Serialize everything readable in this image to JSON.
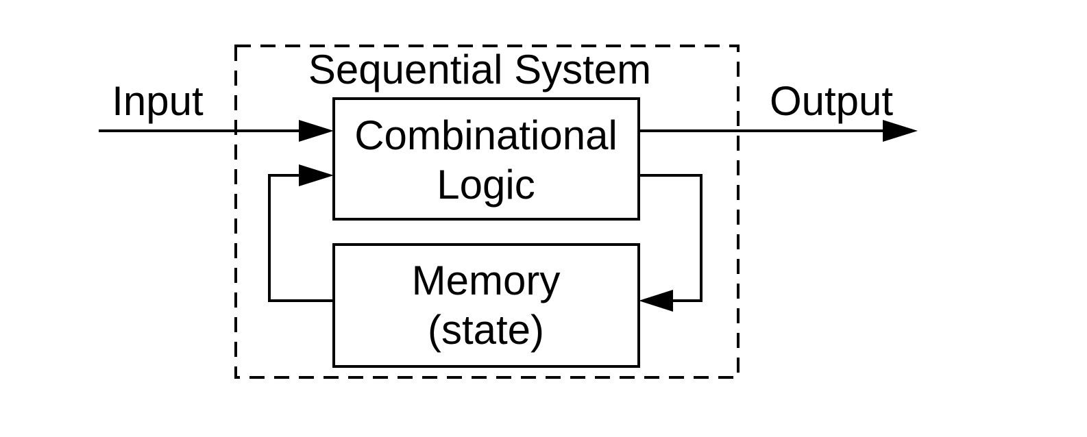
{
  "diagram": {
    "container_label": "Sequential System",
    "input_label": "Input",
    "output_label": "Output",
    "combinational": {
      "line1": "Combinational",
      "line2": "Logic"
    },
    "memory": {
      "line1": "Memory",
      "line2": "(state)"
    }
  },
  "colors": {
    "stroke": "#000000",
    "background": "#ffffff"
  }
}
